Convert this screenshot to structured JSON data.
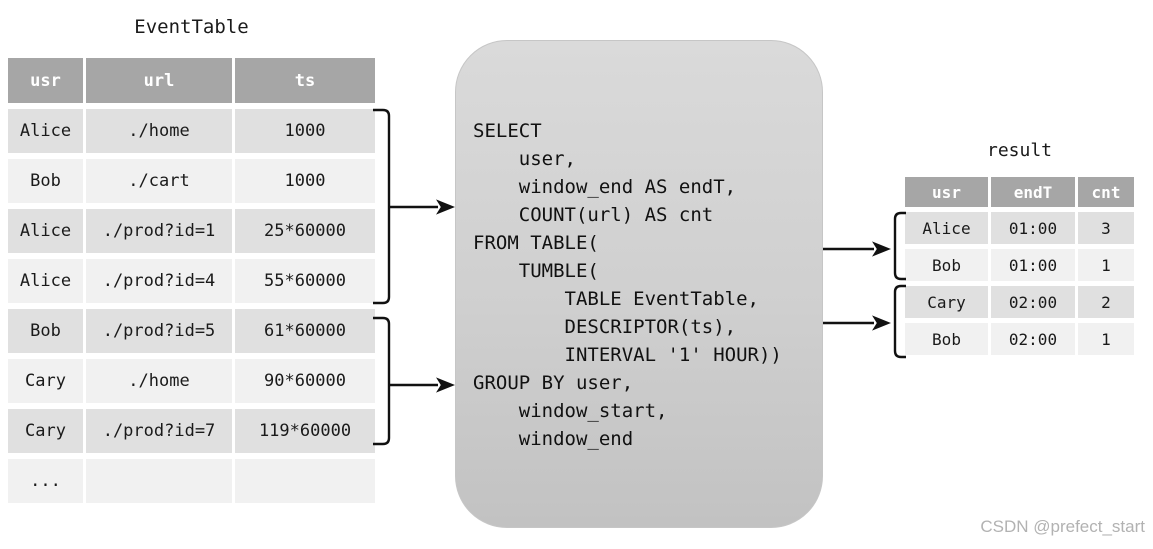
{
  "event_table": {
    "title": "EventTable",
    "columns": [
      "usr",
      "url",
      "ts"
    ],
    "rows": [
      [
        "Alice",
        "./home",
        "1000"
      ],
      [
        "Bob",
        "./cart",
        "1000"
      ],
      [
        "Alice",
        "./prod?id=1",
        "25*60000"
      ],
      [
        "Alice",
        "./prod?id=4",
        "55*60000"
      ],
      [
        "Bob",
        "./prod?id=5",
        "61*60000"
      ],
      [
        "Cary",
        "./home",
        "90*60000"
      ],
      [
        "Cary",
        "./prod?id=7",
        "119*60000"
      ],
      [
        "...",
        "",
        ""
      ]
    ]
  },
  "sql": {
    "code": "SELECT\n    user,\n    window_end AS endT,\n    COUNT(url) AS cnt\nFROM TABLE(\n    TUMBLE(\n        TABLE EventTable,\n        DESCRIPTOR(ts),\n        INTERVAL '1' HOUR))\nGROUP BY user,\n    window_start,\n    window_end"
  },
  "result_table": {
    "title": "result",
    "columns": [
      "usr",
      "endT",
      "cnt"
    ],
    "rows": [
      [
        "Alice",
        "01:00",
        "3"
      ],
      [
        "Bob",
        "01:00",
        "1"
      ],
      [
        "Cary",
        "02:00",
        "2"
      ],
      [
        "Bob",
        "02:00",
        "1"
      ]
    ]
  },
  "watermark": "CSDN @prefect_start",
  "colors": {
    "header_bg": "#a6a6a6",
    "header_text": "#ffffff",
    "row_dark": "#e0e0e0",
    "row_light": "#f1f1f1",
    "box_top": "#dadada",
    "box_bottom": "#c2c2c2",
    "watermark": "#b2b2b2",
    "connector": "#111111"
  }
}
